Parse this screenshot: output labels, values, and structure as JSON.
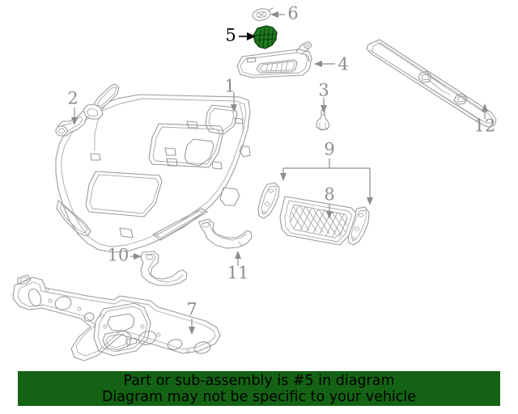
{
  "diagram": {
    "title": "Vehicle headliner and interior trim exploded parts diagram",
    "background_color": "#ffffff",
    "line_color": "#9a9a9a",
    "callout_color": "#8d8d8d",
    "highlight_color": "#1f7a1f",
    "highlight_outline_color": "#0d3d0d",
    "highlighted_part_number": "5"
  },
  "callouts": [
    {
      "id": "1",
      "label": "1",
      "part": "headliner",
      "highlighted": false
    },
    {
      "id": "2",
      "label": "2",
      "part": "assist-grip-rod",
      "highlighted": false
    },
    {
      "id": "3",
      "label": "3",
      "part": "visor-support-hook",
      "highlighted": false
    },
    {
      "id": "4",
      "label": "4",
      "part": "sun-visor",
      "highlighted": false
    },
    {
      "id": "5",
      "label": "5",
      "part": "visor-holder-clip",
      "highlighted": true
    },
    {
      "id": "6",
      "label": "6",
      "part": "retainer-grommet",
      "highlighted": false
    },
    {
      "id": "7",
      "label": "7",
      "part": "roof-crossmember",
      "highlighted": false
    },
    {
      "id": "8",
      "label": "8",
      "part": "cargo-net",
      "highlighted": false
    },
    {
      "id": "9",
      "label": "9",
      "part": "cargo-net-brackets",
      "highlighted": false
    },
    {
      "id": "10",
      "label": "10",
      "part": "coat-hook-left",
      "highlighted": false
    },
    {
      "id": "11",
      "label": "11",
      "part": "coat-hook-right",
      "highlighted": false
    },
    {
      "id": "12",
      "label": "12",
      "part": "roof-side-trim-molding",
      "highlighted": false
    }
  ],
  "banner": {
    "background_color": "#146314",
    "text_color": "#000000",
    "line1": "Part or sub-assembly is #5 in diagram",
    "line2": "Diagram may not be specific to your vehicle"
  }
}
